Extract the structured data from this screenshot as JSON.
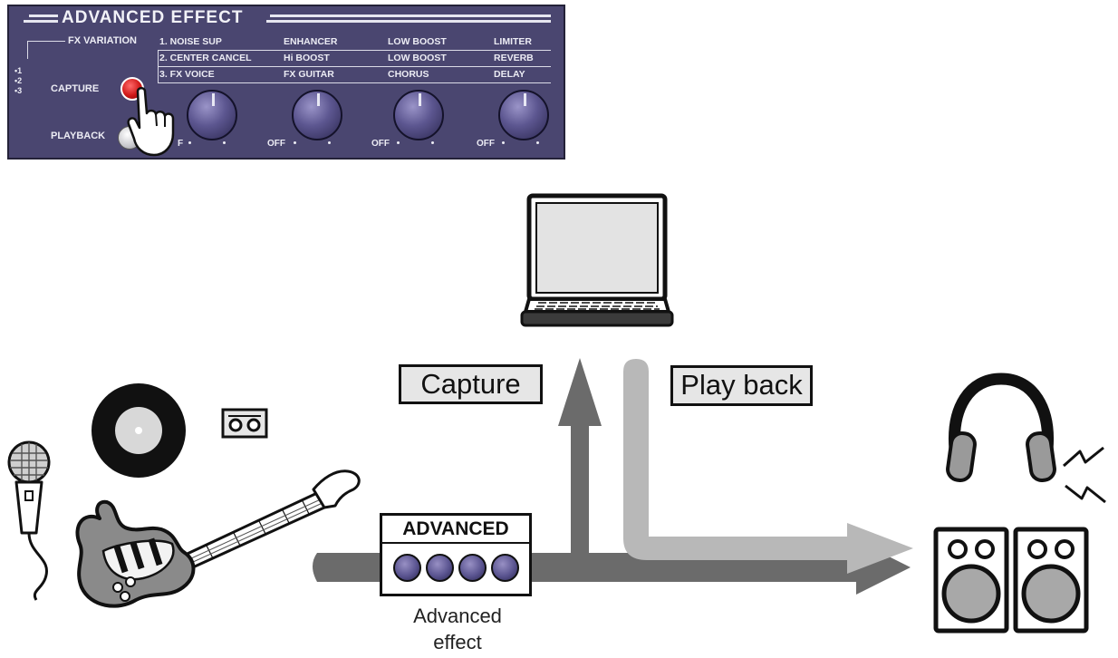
{
  "panel": {
    "title": "ADVANCED EFFECT",
    "fx_variation_label": "FX VARIATION",
    "variation_numbers": [
      "•1",
      "•2",
      "•3"
    ],
    "rows": [
      [
        "1. NOISE SUP",
        "ENHANCER",
        "LOW BOOST",
        "LIMITER"
      ],
      [
        "2. CENTER CANCEL",
        "Hi BOOST",
        "LOW BOOST",
        "REVERB"
      ],
      [
        "3. FX VOICE",
        "FX GUITAR",
        "CHORUS",
        "DELAY"
      ]
    ],
    "capture_label": "CAPTURE",
    "playback_label": "PLAYBACK",
    "knob_off_labels": [
      "F",
      "OFF",
      "OFF",
      "OFF"
    ]
  },
  "diagram": {
    "capture_label": "Capture",
    "playback_label": "Play back",
    "advanced_box_title": "ADVANCED",
    "advanced_caption_line1": "Advanced",
    "advanced_caption_line2": "effect"
  },
  "colors": {
    "panel_bg": "#4a4670",
    "capture_arrow": "#6b6b6b",
    "playback_arrow": "#b4b4b4",
    "led_red": "#d01818",
    "knob_purple": "#5c5690"
  },
  "icons": [
    "pointing-hand-icon",
    "laptop-icon",
    "vinyl-record-icon",
    "cassette-icon",
    "microphone-icon",
    "electric-guitar-icon",
    "headphones-icon",
    "speaker-icon",
    "sound-wave-icon"
  ]
}
